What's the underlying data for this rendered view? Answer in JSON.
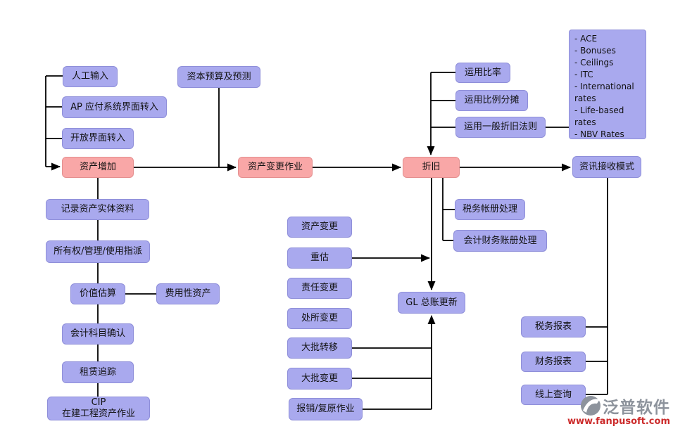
{
  "diagram_type": "flowchart",
  "nodes": {
    "manual_input": {
      "label": "人工输入"
    },
    "ap_interface": {
      "label": "AP 应付系统界面转入"
    },
    "open_interface": {
      "label": "开放界面转入"
    },
    "asset_addition": {
      "label": "资产增加"
    },
    "capital_budget": {
      "label": "资本预算及预测"
    },
    "asset_change_ops": {
      "label": "资产变更作业"
    },
    "depreciation": {
      "label": "折旧"
    },
    "info_receive_mode": {
      "label": "资讯接收模式"
    },
    "apply_rate": {
      "label": "运用比率"
    },
    "apply_proration": {
      "label": "运用比例分摊"
    },
    "apply_general_rules": {
      "label": "运用一般折旧法则"
    },
    "rate_types": {
      "label": "- ACE\n- Bonuses\n- Ceilings\n- ITC\n- International rates\n- Life-based rates\n- NBV Rates"
    },
    "record_asset": {
      "label": "记录资产实体资料"
    },
    "ownership_assign": {
      "label": "所有权/管理/使用指派"
    },
    "valuation": {
      "label": "价值估算"
    },
    "expense_asset": {
      "label": "费用性资产"
    },
    "account_confirm": {
      "label": "会计科目确认"
    },
    "lease_tracking": {
      "label": "租赁追踪"
    },
    "cip": {
      "label": "CIP\n在建工程资产作业"
    },
    "asset_change": {
      "label": "资产变更"
    },
    "revaluation": {
      "label": "重估"
    },
    "responsibility_change": {
      "label": "责任变更"
    },
    "location_change": {
      "label": "处所变更"
    },
    "mass_transfer": {
      "label": "大批转移"
    },
    "mass_change": {
      "label": "大批变更"
    },
    "retirement_restore": {
      "label": "报销/复原作业"
    },
    "gl_update": {
      "label": "GL 总账更新"
    },
    "tax_book": {
      "label": "税务帐册处理"
    },
    "finance_book": {
      "label": "会计财务账册处理"
    },
    "tax_report": {
      "label": "税务报表"
    },
    "finance_report": {
      "label": "财务报表"
    },
    "online_query": {
      "label": "线上查询"
    }
  },
  "watermark": {
    "brand": "泛普软件",
    "url": "www.fanpusoft.com"
  },
  "colors": {
    "node_fill": "#a9a9ee",
    "node_border": "#8f8fd9",
    "highlight_fill": "#f9a7a7",
    "highlight_border": "#e48f8f",
    "connector": "#000000",
    "brand_gray": "#8d939c",
    "url_red": "#cc2b2b"
  }
}
